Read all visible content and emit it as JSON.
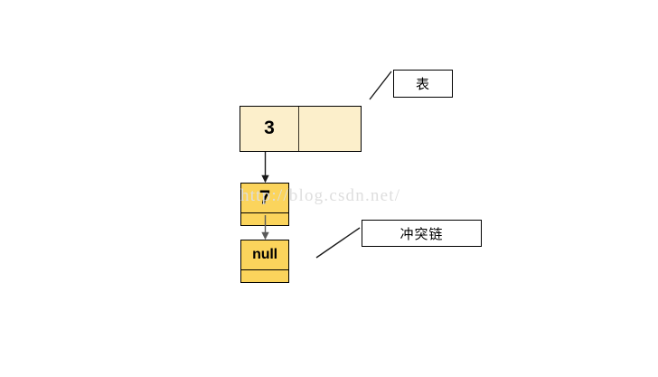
{
  "diagram": {
    "title_watermark": "http://blog.csdn.net/",
    "background_color": "#ffffff",
    "table": {
      "key_label": "3",
      "pointer_label": "",
      "fill_color": "#FCEFCB",
      "border_color": "#000000"
    },
    "chain_nodes": [
      {
        "id": "node-7",
        "data_label": "7",
        "next_label": "",
        "fill_color": "#FBD45C",
        "border_color": "#000000"
      },
      {
        "id": "node-null",
        "data_label": "null",
        "next_label": "",
        "fill_color": "#FBD45C",
        "border_color": "#000000"
      }
    ],
    "callouts": [
      {
        "id": "callout-table",
        "label": "表",
        "meaning": "table"
      },
      {
        "id": "callout-chain",
        "label": "冲突链",
        "meaning": "collision-chain"
      }
    ],
    "connectors": [
      {
        "name": "table-to-node7",
        "style": "arrow-down"
      },
      {
        "name": "node7-to-nodenull",
        "style": "arrow-down"
      },
      {
        "name": "leader-to-table-callout",
        "style": "diagonal"
      },
      {
        "name": "leader-to-chain-callout",
        "style": "diagonal"
      }
    ]
  }
}
